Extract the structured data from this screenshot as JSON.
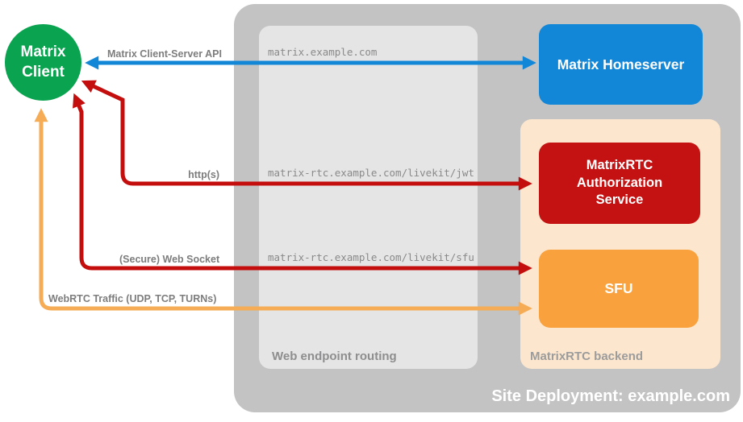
{
  "client": {
    "line1": "Matrix",
    "line2": "Client"
  },
  "homeserver": {
    "label": "Matrix Homeserver"
  },
  "auth_service": {
    "label": "MatrixRTC Authorization Service"
  },
  "sfu": {
    "label": "SFU"
  },
  "routing_panel": {
    "caption": "Web endpoint routing",
    "endpoints": [
      "matrix.example.com",
      "matrix-rtc.example.com/livekit/jwt",
      "matrix-rtc.example.com/livekit/sfu"
    ]
  },
  "backend_panel": {
    "caption": "MatrixRTC backend"
  },
  "site": {
    "caption": "Site Deployment: example.com"
  },
  "arrows": {
    "client_server_api": {
      "label": "Matrix Client-Server API",
      "color": "#1287d8",
      "from": "Matrix Client",
      "to": "Matrix Homeserver",
      "bidirectional": true
    },
    "https": {
      "label": "http(s)",
      "color": "#c40d0d",
      "from": "Matrix Client",
      "to": "MatrixRTC Authorization Service",
      "bidirectional": true
    },
    "secure_web_socket": {
      "label": "(Secure) Web Socket",
      "color": "#c40d0d",
      "from": "Matrix Client",
      "to": "SFU",
      "bidirectional": true
    },
    "webrtc_traffic": {
      "label": "WebRTC Traffic (UDP, TCP, TURNs)",
      "color": "#f6ab55",
      "from": "Matrix Client",
      "to": "SFU",
      "bidirectional": true
    }
  },
  "colors": {
    "client_green": "#0aa350",
    "homeserver_blue": "#1287d8",
    "auth_red": "#c41212",
    "sfu_orange": "#f9a13c",
    "backend_peach": "#fce6cd",
    "site_gray": "#c3c3c3",
    "routing_gray": "#e5e5e6",
    "label_gray": "#7d7d7d"
  }
}
